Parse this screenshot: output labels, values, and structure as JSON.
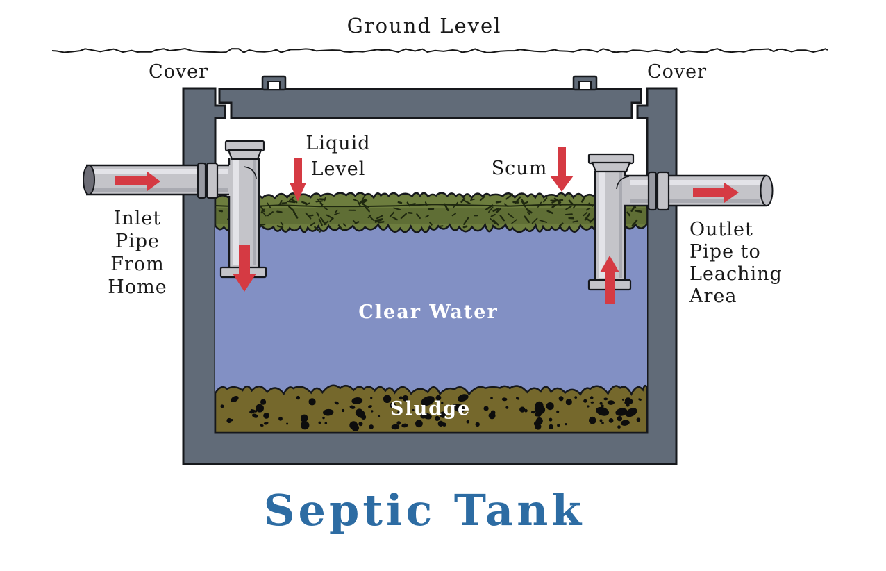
{
  "title": {
    "text": "Septic Tank",
    "color": "#2d6ca3"
  },
  "labels": {
    "ground_level": "Ground Level",
    "cover_left": "Cover",
    "cover_right": "Cover",
    "liquid_level": [
      "Liquid",
      "Level"
    ],
    "scum": "Scum",
    "inlet": [
      "Inlet",
      "Pipe",
      "From",
      "Home"
    ],
    "outlet": [
      "Outlet",
      "Pipe to",
      "Leaching",
      "Area"
    ],
    "clear_water": "Clear Water",
    "sludge": "Sludge"
  },
  "arrows": [
    "inlet-flow-arrow",
    "inlet-down-arrow",
    "liquid-level-pointer-arrow",
    "scum-pointer-arrow",
    "outlet-up-arrow",
    "outlet-flow-arrow"
  ],
  "colors": {
    "tank_wall": "#616b78",
    "outline": "#16181c",
    "pipe": "#c4c4c9",
    "pipe_highlight": "#e9e9ed",
    "pipe_shadow": "#989aa2",
    "pipe_dark_end": "#6d6d76",
    "pipe_light_end": "#bcbcc2",
    "scum": "#6d7d3e",
    "scum_dark": "#1f2810",
    "water": "#8290c4",
    "sludge": "#75682c",
    "speckle": "#0d0d0d",
    "arrow": "#d53a43",
    "ground_line": "#151515",
    "label_text": "#1a1a1a",
    "layer_label_text": "#ffffff"
  }
}
